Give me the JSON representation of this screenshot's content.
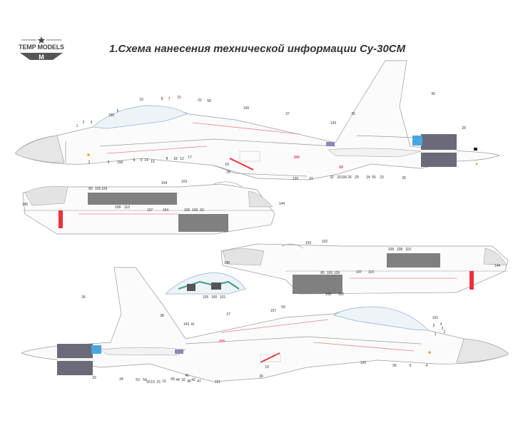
{
  "brand": {
    "logo_text": "TEMP MODELS",
    "logo_letter": "M"
  },
  "title": "1.Схема нанесения технической информации Су-30СМ",
  "colors": {
    "accent_red": "#e8323c",
    "stencil_pink": "#f4a0a8",
    "canopy_blue": "#9fc7ee",
    "nozzle_blue": "#4aa6e0"
  },
  "top_view_labels": [
    "1",
    "2",
    "3",
    "150",
    "6",
    "10",
    "8",
    "7",
    "15",
    "22",
    "58",
    "156",
    "37",
    "35",
    "36",
    "143",
    "28",
    "2",
    "5",
    "158",
    "6",
    "9",
    "14",
    "15",
    "8",
    "16",
    "12",
    "17",
    "16",
    "25",
    "120",
    "21",
    "32",
    "20",
    "106",
    "26",
    "29",
    "34",
    "55",
    "23",
    "30"
  ],
  "detail_left_labels": [
    "104",
    "103",
    "80",
    "105",
    "109",
    "108",
    "110",
    "145",
    "107",
    "154",
    "106",
    "109",
    "60",
    "144"
  ],
  "detail_right_labels": [
    "103",
    "102",
    "109",
    "108",
    "110",
    "145",
    "80",
    "105",
    "109",
    "107",
    "110",
    "108",
    "112",
    "144"
  ],
  "canopy_labels": [
    "105",
    "100",
    "101"
  ],
  "bottom_view_labels": [
    "36",
    "38",
    "143",
    "41",
    "27",
    "157",
    "59",
    "151",
    "5",
    "4",
    "3",
    "2",
    "1",
    "33",
    "24",
    "53",
    "54",
    "55",
    "19",
    "15",
    "16",
    "58",
    "44",
    "32",
    "45",
    "46",
    "42",
    "47",
    "121",
    "26",
    "19",
    "120",
    "56",
    "5",
    "4"
  ]
}
